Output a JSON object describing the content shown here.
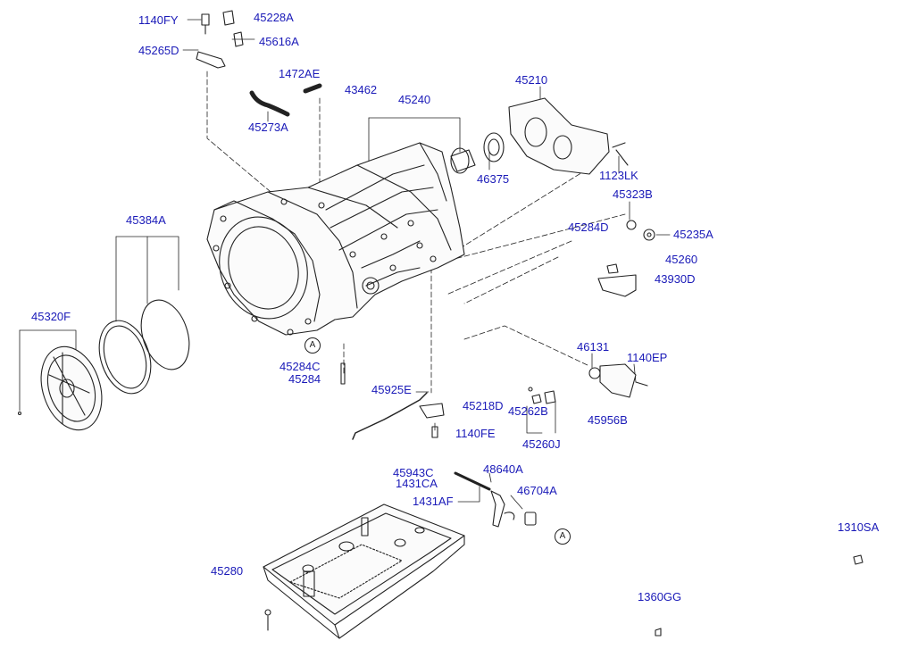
{
  "colors": {
    "label": "#1a1ab8",
    "line": "#222222"
  },
  "callout_letter": "A",
  "parts": {
    "p1140FY": "1140FY",
    "p45228A": "45228A",
    "p45265D": "45265D",
    "p45616A": "45616A",
    "p1472AE": "1472AE",
    "p43462": "43462",
    "p45273A": "45273A",
    "p45240": "45240",
    "p45210": "45210",
    "p46375": "46375",
    "p1123LK": "1123LK",
    "p45323B": "45323B",
    "p45384A": "45384A",
    "p45284D": "45284D",
    "p45235A": "45235A",
    "p45260": "45260",
    "p43930D": "43930D",
    "p45320F": "45320F",
    "p46131": "46131",
    "p1140EP": "1140EP",
    "p45284C": "45284C",
    "p45284": "45284",
    "p45925E": "45925E",
    "p45218D": "45218D",
    "p45262B": "45262B",
    "p45956B": "45956B",
    "p1140FE": "1140FE",
    "p45260J": "45260J",
    "p45943C": "45943C",
    "p1431CA": "1431CA",
    "p48640A": "48640A",
    "p46704A": "46704A",
    "p1431AF": "1431AF",
    "p1310SA": "1310SA",
    "p45280": "45280",
    "p1360GG": "1360GG"
  }
}
